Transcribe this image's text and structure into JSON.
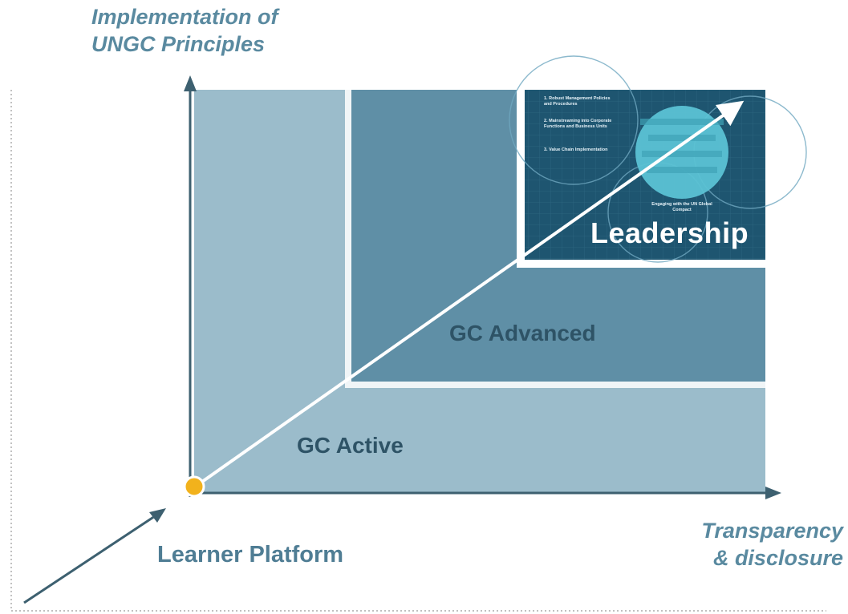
{
  "axes": {
    "y_title_lines": [
      "Implementation of",
      "UNGC Principles"
    ],
    "x_title_lines": [
      "Transparency",
      "& disclosure"
    ]
  },
  "levels": {
    "gc_active": "GC Active",
    "gc_advanced": "GC Advanced",
    "leadership": "Leadership",
    "learner_platform": "Learner Platform"
  },
  "leadership_inset": {
    "left_items": [
      "1. Robust Management Policies and Procedures",
      "2. Mainstreaming into Corporate Functions and Business Units",
      "3. Value Chain Implementation"
    ],
    "center_heading": "Engaging with the UN Global Compact"
  },
  "colors": {
    "axis": "#3d6070",
    "active_fill": "#9bbccb",
    "advanced_fill": "#5f8fa6",
    "leadership_fill": "#1e5570",
    "gap_white": "#ffffff",
    "learner_dot": "#f2b21c",
    "axis_title_text": "#5a8aa0",
    "level_text": "#2e5366"
  }
}
